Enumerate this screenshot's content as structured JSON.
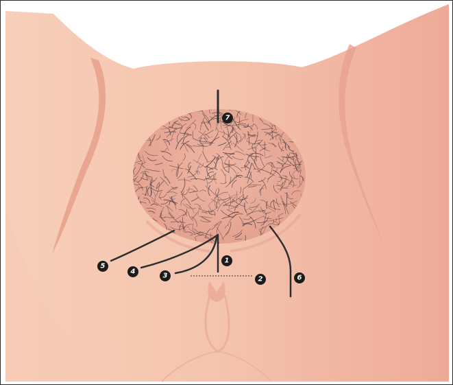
{
  "figure": {
    "colors": {
      "skin": "#f4c4ad",
      "skin_shadow": "#e8a992",
      "mound": "#eab0a0",
      "hair": "#5a4446",
      "incision": "#2e2e2e",
      "marker": "#1c1c1c",
      "marker_text": "#ffffff"
    },
    "markers": [
      {
        "label": "1"
      },
      {
        "label": "2"
      },
      {
        "label": "3"
      },
      {
        "label": "4"
      },
      {
        "label": "5"
      },
      {
        "label": "6"
      },
      {
        "label": "7"
      }
    ]
  }
}
